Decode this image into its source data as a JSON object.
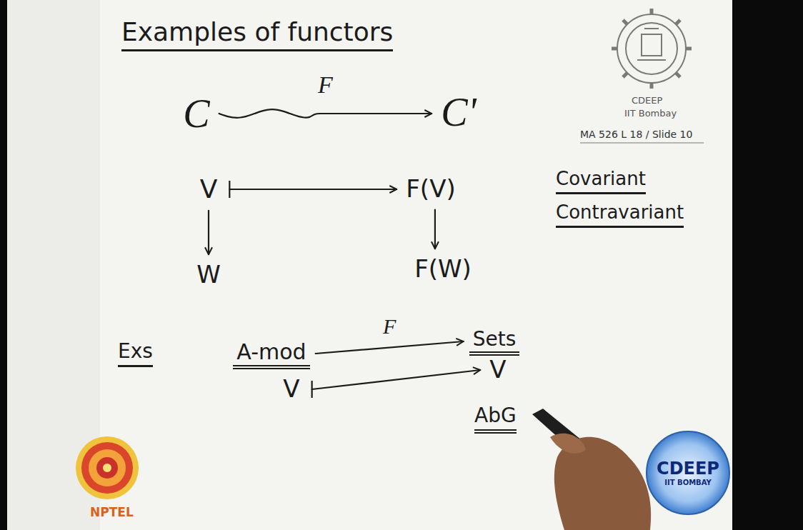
{
  "diagram": {
    "title": "Examples of functors",
    "nodes": [
      {
        "text": [
          "C"
        ]
      },
      {
        "text": [
          "C'"
        ]
      },
      {
        "text": [
          "V"
        ]
      },
      {
        "text": [
          "F(V)"
        ]
      },
      {
        "text": [
          "W"
        ]
      },
      {
        "text": [
          "F(W)"
        ]
      },
      {
        "text": [
          "A-mod"
        ]
      },
      {
        "text": [
          "Sets"
        ]
      },
      {
        "text": [
          "V"
        ]
      },
      {
        "text": [
          "V"
        ]
      },
      {
        "text": [
          "CDEEP",
          "IIT BOMBAY"
        ]
      }
    ],
    "edges": [
      {
        "from": 0,
        "to": 1,
        "label": "F",
        "arrow": "to"
      },
      {
        "from": 2,
        "to": 3,
        "arrow": "to"
      },
      {
        "from": 2,
        "to": 4,
        "arrow": "to"
      },
      {
        "from": 3,
        "to": 5,
        "arrow": "to"
      },
      {
        "from": 6,
        "to": 7,
        "label": "F",
        "arrow": "to"
      },
      {
        "from": 8,
        "to": 9,
        "arrow": "to"
      }
    ],
    "labels": [
      "Covariant",
      "Contravariant",
      "Exs",
      "AbG",
      "CDEEP",
      "IIT Bombay",
      "MA 526 L 18 / Slide 10",
      "NPTEL"
    ]
  }
}
